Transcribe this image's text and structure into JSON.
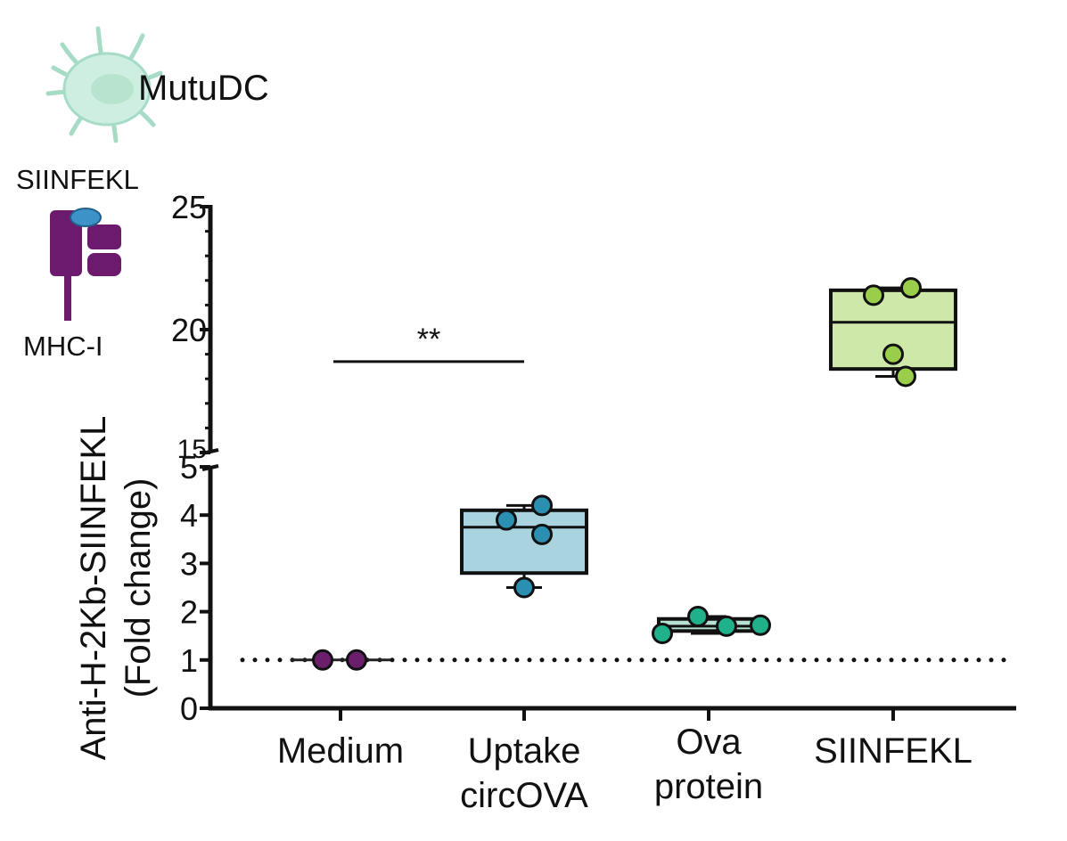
{
  "labels": {
    "cell": "MutuDC",
    "peptide": "SIINFEKL",
    "receptor": "MHC-I"
  },
  "colors": {
    "cell_fill": "#cdeee0",
    "cell_stroke": "#a6dcc6",
    "mhc": "#6b1a6e",
    "peptide": "#3d93c8",
    "axis": "#111111"
  },
  "chart_data": {
    "type": "box",
    "ylabel_lines": [
      "Anti-H-2Kb-SIINFEKL",
      "(Fold change)"
    ],
    "y_axis_break": {
      "lower": [
        0,
        5
      ],
      "upper": [
        15,
        25
      ]
    },
    "y_ticks_lower": [
      "0",
      "1",
      "2",
      "3",
      "4",
      "5"
    ],
    "y_ticks_upper": [
      "15",
      "20",
      "25"
    ],
    "y_tick_values_lower": [
      0,
      1,
      2,
      3,
      4,
      5
    ],
    "y_tick_values_upper": [
      15,
      20,
      25
    ],
    "reference_line": 1,
    "categories": [
      {
        "lines": [
          "Medium"
        ],
        "points": [
          1.0,
          1.0
        ],
        "box": null,
        "whisker": [
          1.0,
          1.0
        ],
        "fill": "#7b2a77",
        "point_color": "#6a1f6d",
        "stroke": "#222"
      },
      {
        "lines": [
          "Uptake",
          "circOVA"
        ],
        "points": [
          2.5,
          3.6,
          3.9,
          4.2
        ],
        "box": {
          "q1": 2.8,
          "median": 3.75,
          "q3": 4.1
        },
        "whisker": [
          2.5,
          4.2
        ],
        "fill": "#a9d3de",
        "point_color": "#2a8fb0",
        "stroke": "#111"
      },
      {
        "lines": [
          "Ova",
          "protein"
        ],
        "points": [
          1.55,
          1.7,
          1.72,
          1.9
        ],
        "box": {
          "q1": 1.6,
          "median": 1.7,
          "q3": 1.85
        },
        "whisker": [
          1.55,
          1.9
        ],
        "fill": "#b5e0d2",
        "point_color": "#20b08a",
        "stroke": "#111"
      },
      {
        "lines": [
          "SIINFEKL"
        ],
        "points": [
          18.1,
          19.0,
          21.4,
          21.7
        ],
        "box": {
          "q1": 18.4,
          "median": 20.3,
          "q3": 21.6
        },
        "whisker": [
          18.1,
          21.7
        ],
        "fill": "#cde8a8",
        "point_color": "#9acd4a",
        "stroke": "#111"
      }
    ],
    "significance": {
      "label": "**",
      "from": 0,
      "to": 1,
      "y": 18.7
    }
  }
}
